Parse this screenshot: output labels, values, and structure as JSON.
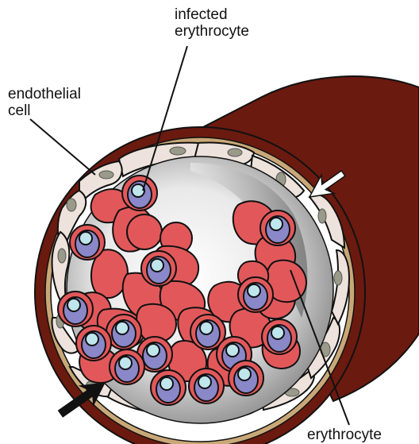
{
  "labels": {
    "infected_erythrocyte": [
      "infected",
      "erythrocyte"
    ],
    "endothelial_cell": [
      "endothelial",
      "cell"
    ],
    "erythrocyte": "erythrocyte"
  },
  "colors": {
    "vessel_wall": "#6b1a0f",
    "vessel_rim": "#5a140b",
    "tan_band": "#c9a878",
    "endothelial_cell": "#ede3dc",
    "endothelial_nucleus": "#9a9a8a",
    "lumen": "#eaeaea",
    "erythrocyte": "#e2585a",
    "parasite_outer": "#8a88c8",
    "parasite_inner": "#bfe6ec",
    "outline": "#111111",
    "arrow_white": "#ffffff",
    "arrow_black": "#111111"
  },
  "icons": {
    "white_arrow": "white-arrow-icon",
    "black_arrow": "black-arrow-icon"
  }
}
